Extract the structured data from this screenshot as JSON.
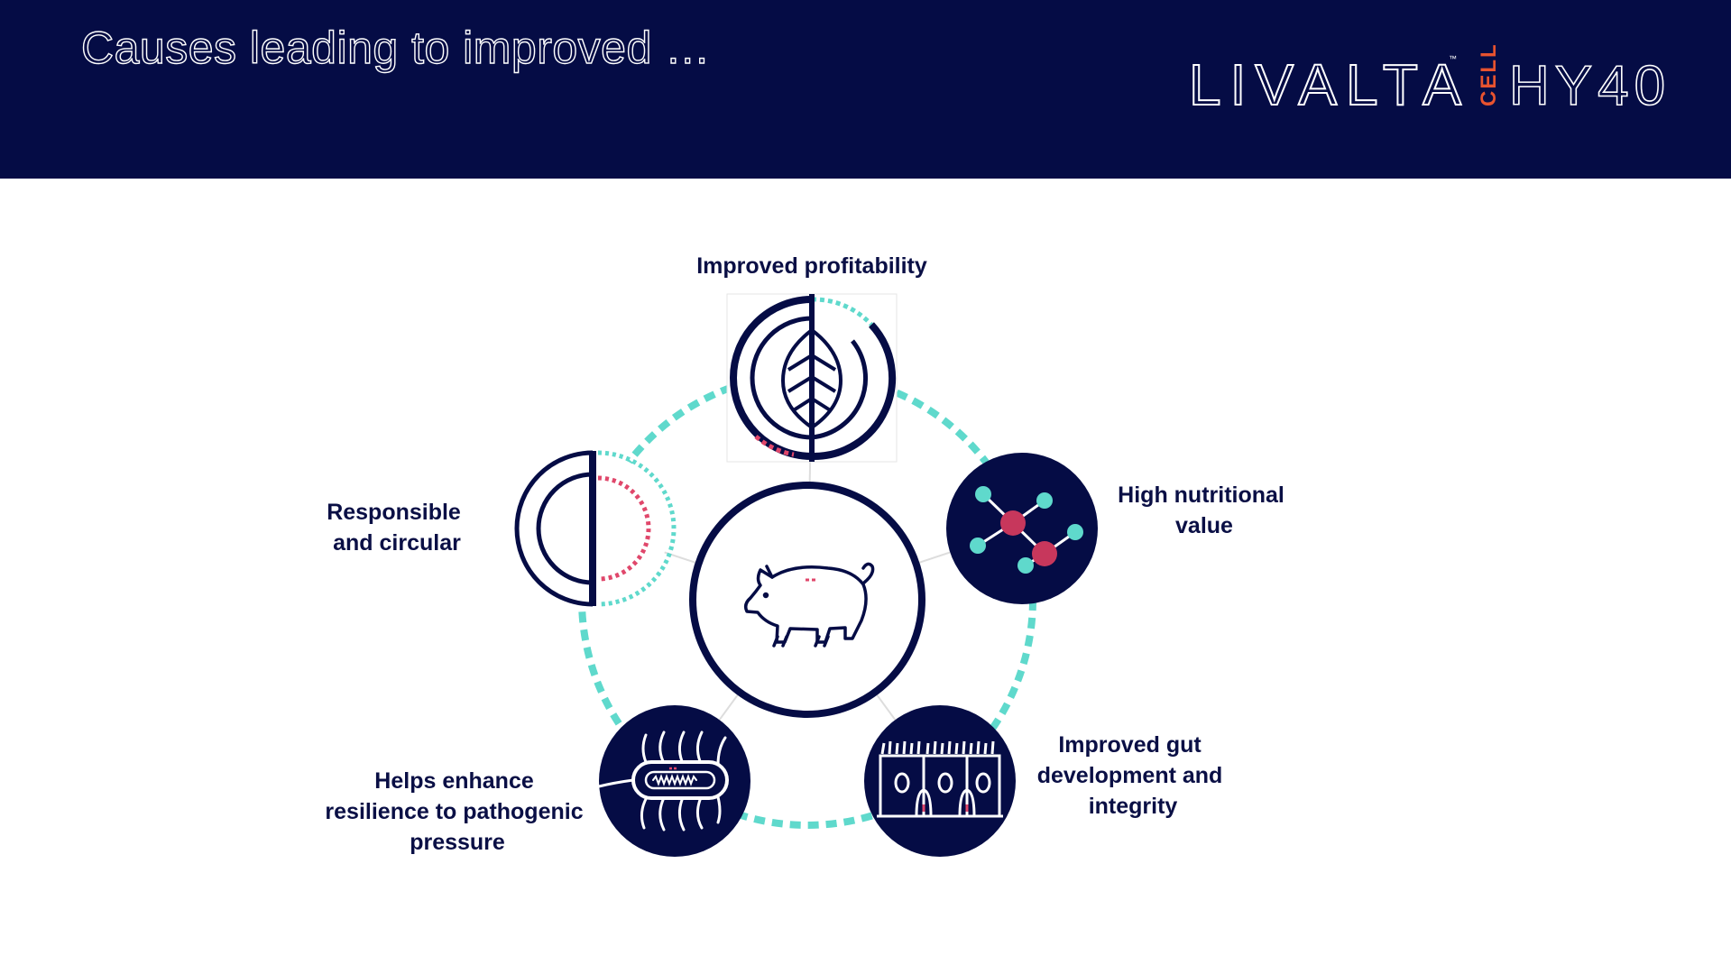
{
  "header": {
    "title": "Causes leading to improved …",
    "logo": {
      "brand": "LIVALTA",
      "trademark": "™",
      "sub_brand": "CELL",
      "product": "HY40"
    }
  },
  "diagram": {
    "center_icon": "pig-icon",
    "nodes": [
      {
        "id": "profitability",
        "icon": "leaf-icon",
        "lines": [
          "Improved profitability"
        ]
      },
      {
        "id": "nutritional",
        "icon": "molecule-icon",
        "lines": [
          "High nutritional",
          "value"
        ]
      },
      {
        "id": "gut",
        "icon": "gut-cells-icon",
        "lines": [
          "Improved gut",
          "development and",
          "integrity"
        ]
      },
      {
        "id": "resilience",
        "icon": "bacterium-icon",
        "lines": [
          "Helps enhance",
          "resilience to pathogenic",
          "pressure"
        ]
      },
      {
        "id": "circular",
        "icon": "half-circle-icon",
        "lines": [
          "Responsible",
          "and circular"
        ]
      }
    ]
  },
  "colors": {
    "navy": "#050c45",
    "teal": "#5fd9cc",
    "pink": "#e0476b",
    "white": "#ffffff"
  }
}
